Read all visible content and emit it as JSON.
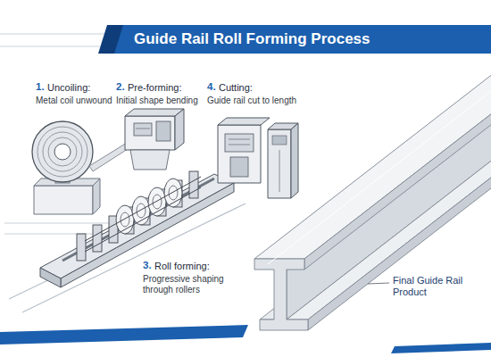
{
  "diagram": {
    "title": "Guide Rail Roll Forming Process",
    "labels": [
      "1.",
      "Uncoiling:",
      "Metal coil unwound",
      "2.",
      "Pre-forming:",
      "Initial shape bending",
      "4.",
      "Cutting:",
      "Guide rail cut to length",
      "3.",
      "Roll forming:",
      "Progressive shaping through rollers",
      "Final Guide Rail Product"
    ]
  }
}
